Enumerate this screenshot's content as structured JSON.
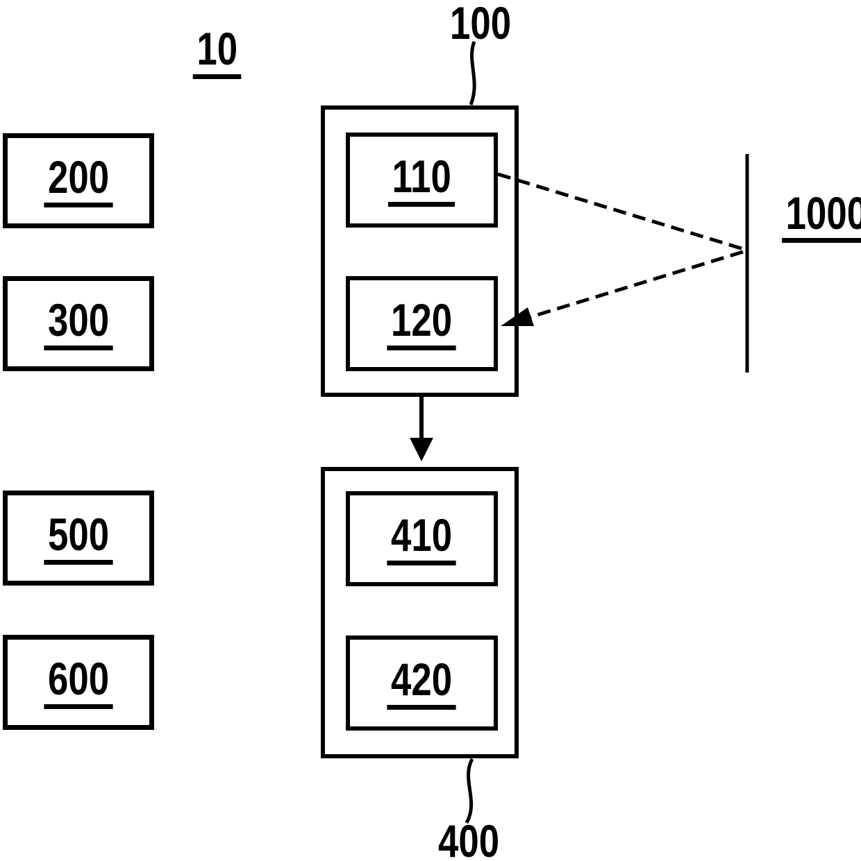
{
  "labels": {
    "figure": "10",
    "top_group": "100",
    "bottom_group": "400",
    "target": "1000"
  },
  "boxes": {
    "left": [
      "200",
      "300",
      "500",
      "600"
    ],
    "top_group_inner": [
      "110",
      "120"
    ],
    "bottom_group_inner": [
      "410",
      "420"
    ]
  },
  "connections": [
    {
      "from": "110",
      "to": "1000",
      "style": "dashed-line"
    },
    {
      "from": "1000",
      "to": "120",
      "style": "dashed-arrow"
    },
    {
      "from": "100",
      "to": "400",
      "style": "solid-arrow"
    }
  ],
  "colors": {
    "ink": "#000000",
    "background": "#ffffff"
  }
}
